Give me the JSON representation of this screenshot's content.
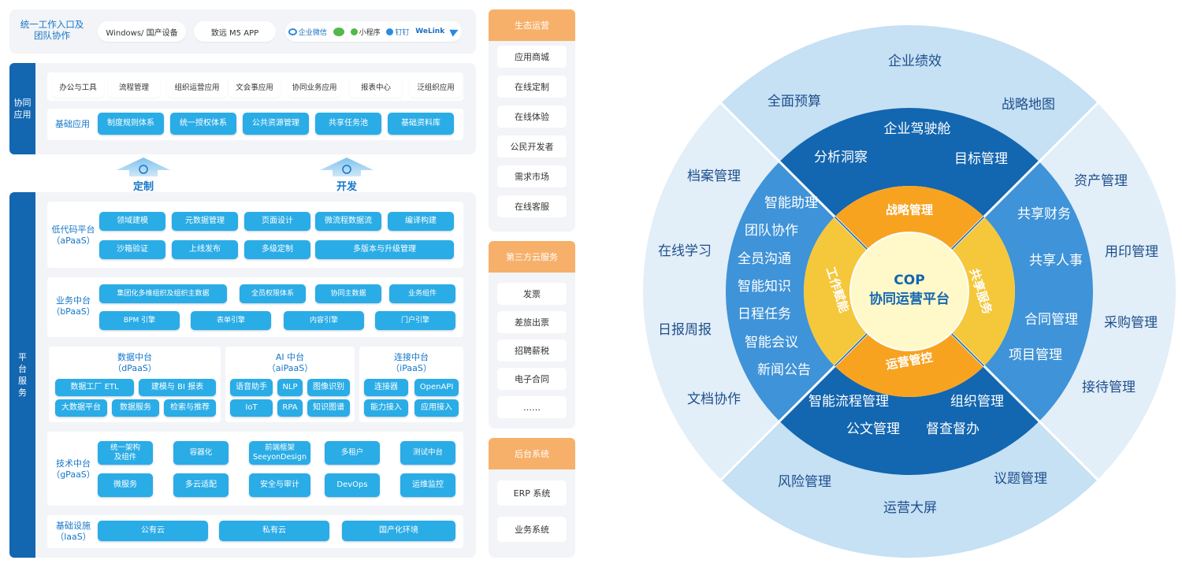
{
  "entry": {
    "label": "统一工作入口及\n团队协作",
    "windows": "Windows/ 国产设备",
    "m5": "致远 M5 APP",
    "apps": {
      "wecom": "企业微信",
      "mini": "小程序",
      "dingtalk": "钉钉",
      "welink": "WeLink"
    }
  },
  "collab": {
    "side": "协同\n应用",
    "row1": [
      "办公与工具",
      "流程管理",
      "组织运营应用",
      "文会事应用",
      "协同业务应用",
      "报表中心",
      "泛组织应用"
    ],
    "base_label": "基础应用",
    "row2": [
      "制度规则体系",
      "统一授权体系",
      "公共资源管理",
      "共享任务池",
      "基础资料库"
    ]
  },
  "arrows": {
    "custom": "定制",
    "develop": "开发"
  },
  "platform": {
    "side": "平\n台\n服\n务",
    "apaas": {
      "title": "低代码平台\n（aPaaS）",
      "row1": [
        "领域建模",
        "元数据管理",
        "页面设计",
        "微流程数据流",
        "编译构建"
      ],
      "row2": [
        "沙箱验证",
        "上线发布",
        "多级定制",
        "多版本与升级管理"
      ]
    },
    "bpaas": {
      "title": "业务中台\n（bPaaS）",
      "row1": [
        "集团化多维组织及组织主数据",
        "全员权限体系",
        "协同主数据",
        "业务组件"
      ],
      "row2": [
        "BPM 引擎",
        "表单引擎",
        "内容引擎",
        "门户引擎"
      ]
    },
    "dpaas": {
      "title": "数据中台\n（dPaaS）",
      "row1": [
        "数据工厂 ETL",
        "建模与 BI 报表"
      ],
      "row2": [
        "大数据平台",
        "数据服务",
        "检索与推荐"
      ]
    },
    "aipaas": {
      "title": "AI 中台\n（aiPaaS）",
      "row1": [
        "语音助手",
        "NLP",
        "图像识别"
      ],
      "row2": [
        "IoT",
        "RPA",
        "知识图谱"
      ]
    },
    "ipaas": {
      "title": "连接中台\n（iPaaS）",
      "row1": [
        "连接器",
        "OpenAPI"
      ],
      "row2": [
        "能力接入",
        "应用接入"
      ]
    },
    "gpaas": {
      "title": "技术中台\n（gPaaS）",
      "row1": [
        "统一架构\n及组件",
        "容器化",
        "前端框架\nSeeyonDesign",
        "多租户",
        "测试中台"
      ],
      "row2": [
        "微服务",
        "多云适配",
        "安全与审计",
        "DevOps",
        "运维监控"
      ]
    },
    "iaas": {
      "title": "基础设施\n（laaS）",
      "items": [
        "公有云",
        "私有云",
        "国产化环境"
      ]
    }
  },
  "right": {
    "eco": {
      "head": "生态运营",
      "items": [
        "应用商城",
        "在线定制",
        "在线体验",
        "公民开发者",
        "需求市场",
        "在线客服"
      ]
    },
    "cloud": {
      "head": "第三方云服务",
      "items": [
        "发票",
        "差旅出票",
        "招聘薪税",
        "电子合同",
        "……"
      ]
    },
    "backend": {
      "head": "后台系统",
      "items": [
        "ERP 系统",
        "业务系统"
      ]
    }
  },
  "wheel": {
    "center": [
      "COP",
      "协同运营平台"
    ],
    "inner": {
      "top": "战略管理",
      "right": "共享服务",
      "bottom": "运营管控",
      "left": "工作赋能"
    },
    "mid_top": [
      "企业驾驶舱",
      "分析洞察",
      "目标管理"
    ],
    "mid_right": [
      "共享财务",
      "共享人事",
      "合同管理",
      "项目管理"
    ],
    "mid_bottom": [
      "智能流程管理",
      "组织管理",
      "公文管理",
      "督查督办"
    ],
    "mid_left": [
      "智能助理",
      "团队协作",
      "全员沟通",
      "智能知识",
      "日程任务",
      "智能会议",
      "新闻公告"
    ],
    "outer_top": [
      "企业绩效",
      "全面预算",
      "战略地图"
    ],
    "outer_right": [
      "资产管理",
      "用印管理",
      "采购管理",
      "接待管理"
    ],
    "outer_bottom": [
      "风险管理",
      "议题管理",
      "运营大屏"
    ],
    "outer_left": [
      "档案管理",
      "在线学习",
      "日报周报",
      "文档协作"
    ]
  },
  "colors": {
    "deep_blue": "#1366b0",
    "mid_blue": "#3f93d8",
    "light_blue": "#c6e0f4",
    "pale_blue": "#e2eef8",
    "orange": "#f7a320",
    "yellow": "#f5c73a",
    "center": "#fff8c8",
    "button_blue": "#2aace6"
  }
}
